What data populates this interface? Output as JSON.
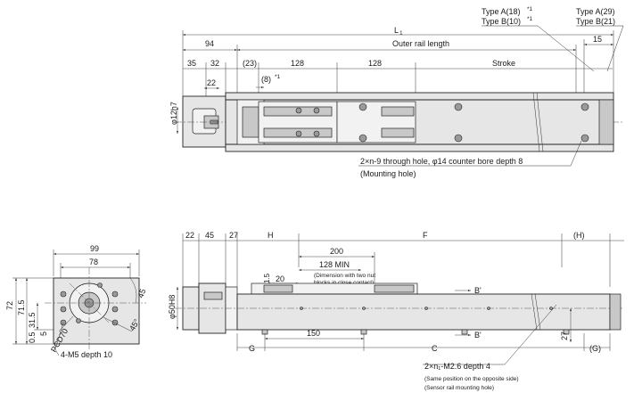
{
  "top_view": {
    "type_a_18": "Type A(18)",
    "type_b_10": "Type B(10)",
    "note_mark": "*1",
    "type_a_29": "Type A(29)",
    "type_b_21": "Type B(21)",
    "l1": "L",
    "l1_sub": "1",
    "dim_94": "94",
    "outer_rail": "Outer rail length",
    "dim_15": "15",
    "dim_35": "35",
    "dim_32": "32",
    "dim_23": "(23)",
    "dim_128a": "128",
    "dim_128b": "128",
    "stroke": "Stroke",
    "dim_22": "22",
    "dim_8": "(8)",
    "shaft": "φ12h7",
    "hole_note_1": "2×n-9 through hole, φ14 counter bore depth 8",
    "hole_note_2": "(Mounting hole)"
  },
  "front_view": {
    "dim_22": "22",
    "dim_45": "45",
    "dim_27": "27",
    "dim_h": "H",
    "dim_f": "F",
    "dim_h_paren": "(H)",
    "dim_200": "200",
    "dim_128_min": "128 MIN",
    "contact_note_1": "(Dimension with two nut",
    "contact_note_2": "blocks in close contact)",
    "dim_1_5": "1.5",
    "dim_20": "20",
    "dia_50": "φ50H8",
    "section_b1": "B'",
    "section_b2": "B'",
    "dim_27v": "27",
    "dim_g": "G",
    "dim_150": "150",
    "dim_c": "C",
    "dim_g_paren": "(G)",
    "sensor_note_1": "2×n₁-M2.6 depth 4",
    "sensor_note_2": "(Same position on the opposite side)",
    "sensor_note_3": "(Sensor rail mounting hole)"
  },
  "end_view": {
    "dim_99": "99",
    "dim_78": "78",
    "dim_45": "45",
    "dim_45deg": "45°",
    "dim_72": "72",
    "dim_71_5": "71.5",
    "dim_31_5": "31.5",
    "dim_5": "5",
    "dim_0_5": "0.5",
    "pcd": "PCD70",
    "tap": "4-M5 depth 10"
  }
}
